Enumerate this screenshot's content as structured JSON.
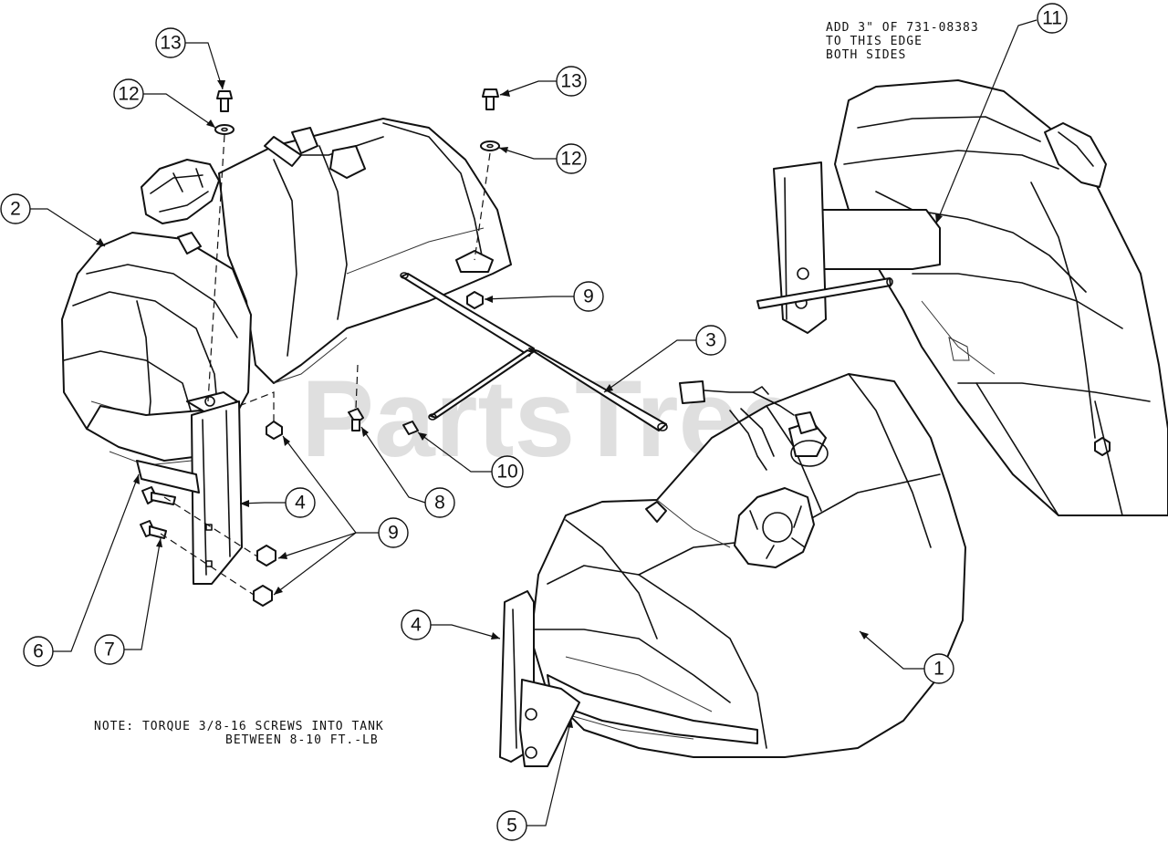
{
  "watermark": "PartsTree",
  "notes": {
    "torque_line1": "NOTE: TORQUE 3/8-16 SCREWS INTO TANK",
    "torque_line2": "BETWEEN 8-10 FT.-LB",
    "edge_line1": "ADD 3\" OF 731-08383",
    "edge_line2": "TO THIS EDGE",
    "edge_line3": "BOTH SIDES"
  },
  "callouts": {
    "c1": "1",
    "c2": "2",
    "c3": "3",
    "c4a": "4",
    "c4b": "4",
    "c5": "5",
    "c6": "6",
    "c7": "7",
    "c8": "8",
    "c9a": "9",
    "c9b": "9",
    "c10": "10",
    "c11": "11",
    "c12a": "12",
    "c12b": "12",
    "c13a": "13",
    "c13b": "13"
  }
}
